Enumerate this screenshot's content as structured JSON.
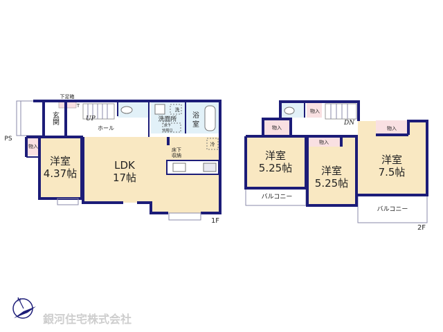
{
  "floor1": {
    "label": "1F",
    "shoe_box": "下足箱",
    "shoe_box_mark": "T",
    "entrance": "玄関",
    "ps": "PS",
    "storage": "物入",
    "western_room": {
      "name": "洋室",
      "size": "4.37帖"
    },
    "ldk": {
      "name": "LDK",
      "size": "17帖"
    },
    "hall": "ホール",
    "stairs_up": "UP",
    "washroom": "洗面所",
    "washer": "洗",
    "underfloor_inspection": [
      "床下",
      "点検口"
    ],
    "bath": "浴室",
    "fridge": "冷",
    "underfloor_storage": [
      "床下",
      "収納"
    ]
  },
  "floor2": {
    "label": "2F",
    "stairs_down": "DN",
    "storage": "物入",
    "rooms": [
      {
        "name": "洋室",
        "size": "5.25帖"
      },
      {
        "name": "洋室",
        "size": "5.25帖"
      },
      {
        "name": "洋室",
        "size": "7.5帖"
      }
    ],
    "balcony": "バルコニー"
  },
  "company": "銀河住宅株式会社",
  "compass_mark": "N",
  "colors": {
    "wall": "#1c1c78",
    "room": "#f9e8c2",
    "wet": "#e2f1f8",
    "closet": "#f9e0e2"
  }
}
